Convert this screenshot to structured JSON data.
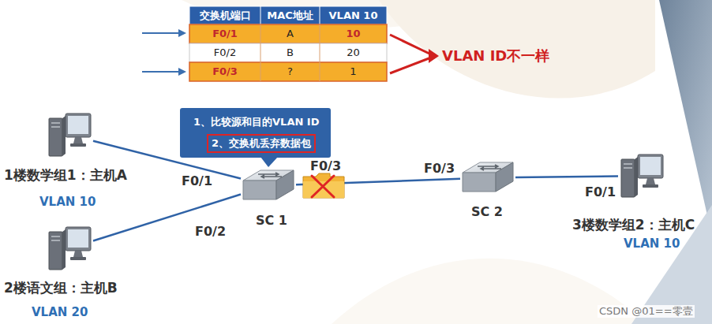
{
  "diagram": {
    "nodes": [
      {
        "text": [
          "1、比较源和目的VLAN ID"
        ]
      },
      {
        "text": [
          "2、交换机丢弃数据包"
        ],
        "in": 0
      },
      {
        "text": [
          "1楼数学组1：主机A",
          "VLAN 10"
        ]
      },
      {
        "text": [
          "2楼语文组：主机B",
          "VLAN 20"
        ]
      },
      {
        "text": [
          "SC 1"
        ]
      },
      {
        "text": [
          "SC 2"
        ]
      },
      {
        "text": [
          "3楼数学组2：主机C",
          "VLAN 10"
        ]
      }
    ],
    "edges": [
      {
        "from": 2,
        "to": 4,
        "arrow": "none"
      },
      {
        "from": 3,
        "to": 4,
        "arrow": "none"
      },
      {
        "from": 4,
        "to": 5,
        "arrow": "none"
      },
      {
        "from": 5,
        "to": 6,
        "arrow": "none"
      }
    ],
    "labels": [
      "交换机端口",
      "MAC地址",
      "VLAN 10",
      "F0/1",
      "A",
      "10",
      "F0/2",
      "B",
      "20",
      "F0/3",
      "?",
      "1",
      "VLAN ID不一样",
      "F0/1",
      "F0/2",
      "F0/3",
      "F0/3",
      "F0/1",
      "CSDN @01==零壹"
    ]
  }
}
